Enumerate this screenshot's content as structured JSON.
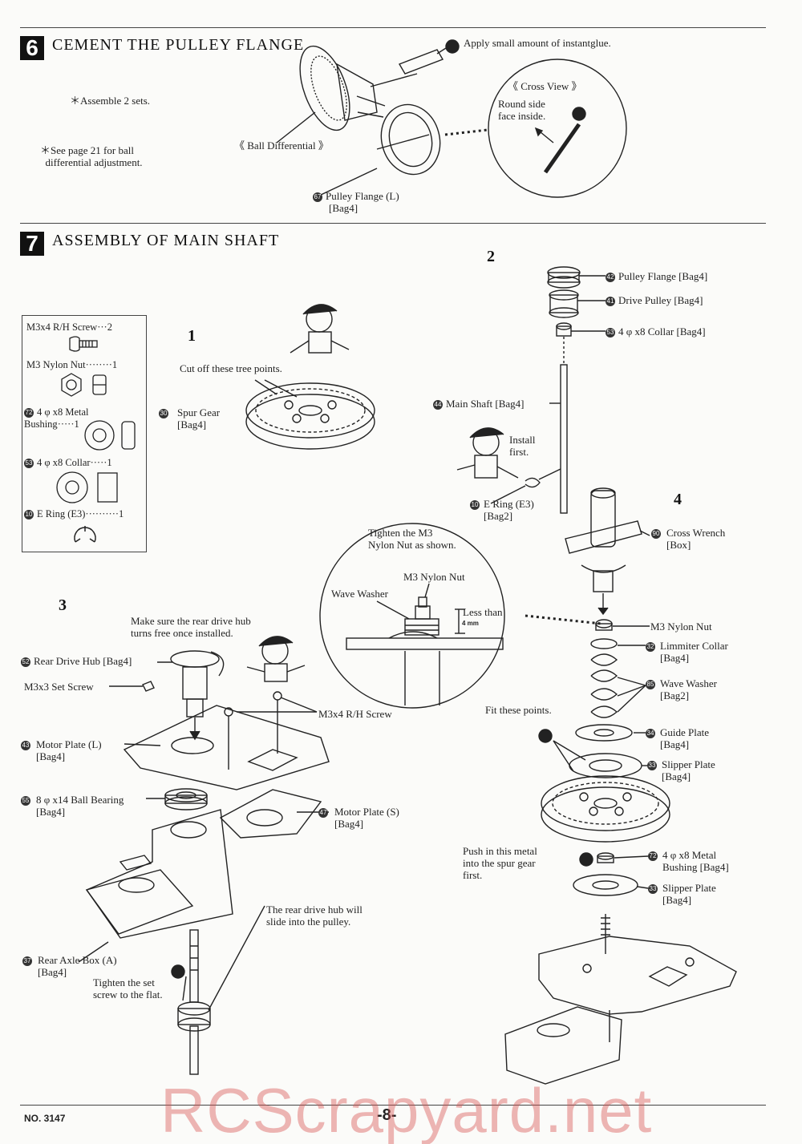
{
  "colors": {
    "ink": "#222222",
    "watermark": "#d75050"
  },
  "section6": {
    "number": "6",
    "title": "CEMENT THE PULLEY FLANGE",
    "note_assemble": "＊Assemble 2 sets.",
    "note_see_page": "＊See page 21 for ball\n  differential adjustment.",
    "glue_note": "Apply small amount of instantglue.",
    "ball_diff_label": "《 Ball Differential 》",
    "cross_view_title": "《 Cross View 》",
    "cross_view_note": "Round side\nface inside.",
    "pulley_flange_label": "Pulley Flange (L)",
    "pulley_flange_bag": "[Bag4]",
    "pulley_flange_num": "67"
  },
  "section7": {
    "number": "7",
    "title": "ASSEMBLY OF MAIN SHAFT",
    "parts_list": [
      {
        "num": "",
        "name": "M3x4 R/H Screw",
        "qty": "···2"
      },
      {
        "num": "",
        "name": "M3 Nylon Nut",
        "qty": "········1"
      },
      {
        "num": "72",
        "name": "4 φ x8 Metal\nBushing",
        "qty": "·····1"
      },
      {
        "num": "53",
        "name": "4 φ x8 Collar",
        "qty": "·····1"
      },
      {
        "num": "10",
        "name": "E Ring (E3)",
        "qty": "··········1"
      }
    ],
    "step1": {
      "number": "1",
      "cut_note": "Cut off these tree points.",
      "spur_gear_num": "30",
      "spur_gear": "Spur Gear\n[Bag4]"
    },
    "step2": {
      "number": "2",
      "pulley_flange": "Pulley Flange [Bag4]",
      "pulley_flange_num": "42",
      "drive_pulley": "Drive Pulley [Bag4]",
      "drive_pulley_num": "41",
      "collar": "4 φ x8 Collar [Bag4]",
      "collar_num": "53",
      "main_shaft": "Main Shaft [Bag4]",
      "main_shaft_num": "44",
      "install_first": "Install\nfirst.",
      "e_ring": "E Ring (E3)\n[Bag2]",
      "e_ring_num": "10"
    },
    "detail": {
      "tighten_note": "Tighten the M3\nNylon Nut as shown.",
      "m3_nylon_nut": "M3 Nylon Nut",
      "wave_washer": "Wave Washer",
      "less_than": "Less than",
      "less_than_value": "4 mm"
    },
    "step3": {
      "number": "3",
      "turns_free_note": "Make sure the rear drive hub\nturns free once installed.",
      "rear_drive_hub": "Rear Drive Hub [Bag4]",
      "rear_drive_hub_num": "52",
      "set_screw": "M3x3 Set Screw",
      "rh_screw": "M3x4 R/H Screw",
      "motor_plate_l": "Motor Plate (L)\n[Bag4]",
      "motor_plate_l_num": "43",
      "ball_bearing": "8 φ x14 Ball Bearing\n[Bag4]",
      "ball_bearing_num": "55",
      "motor_plate_s": "Motor Plate (S)\n[Bag4]",
      "motor_plate_s_num": "47",
      "slide_note": "The rear drive hub will\nslide into the pulley.",
      "rear_axle_box": "Rear Axle Box (A)\n[Bag4]",
      "rear_axle_box_num": "37",
      "tighten_set": "Tighten the set\nscrew to the flat."
    },
    "step4": {
      "number": "4",
      "cross_wrench": "Cross Wrench\n[Box]",
      "cross_wrench_num": "90",
      "m3_nylon_nut": "M3 Nylon Nut",
      "limmiter_collar": "Limmiter Collar\n[Bag4]",
      "limmiter_collar_num": "32",
      "wave_washer": "Wave Washer\n[Bag2]",
      "wave_washer_num": "85",
      "fit_points": "Fit these points.",
      "guide_plate": "Guide Plate\n[Bag4]",
      "guide_plate_num": "34",
      "slipper_plate": "Slipper Plate\n[Bag4]",
      "slipper_plate_num": "33",
      "push_metal": "Push in this metal\ninto the spur gear\nfirst.",
      "metal_bushing": "4 φ x8 Metal\nBushing [Bag4]",
      "metal_bushing_num": "72",
      "slipper_plate2": "Slipper Plate\n[Bag4]",
      "slipper_plate2_num": "33"
    }
  },
  "footer": {
    "model_no": "NO. 3147",
    "page": "-8-"
  },
  "watermark": "RCScrapyard.net"
}
